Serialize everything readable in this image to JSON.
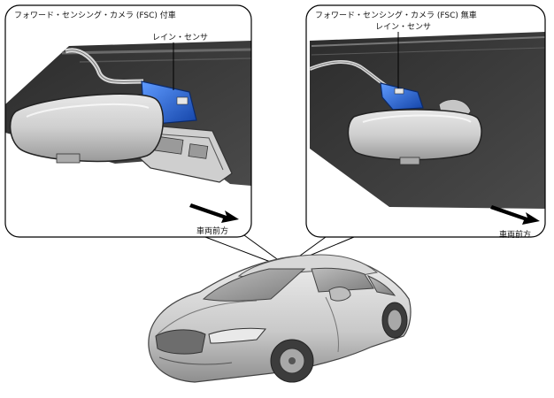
{
  "left_callout": {
    "title": "フォワード・センシング・カメラ (FSC) 付車",
    "sensor_label": "レイン・センサ",
    "direction_label": "車両前方"
  },
  "right_callout": {
    "title": "フォワード・センシング・カメラ (FSC) 無車",
    "sensor_label": "レイン・センサ",
    "direction_label": "車両前方"
  },
  "colors": {
    "sensor_blue": "#1f63d6",
    "panel_dark": "#3a3a3a",
    "outline": "#000000"
  }
}
